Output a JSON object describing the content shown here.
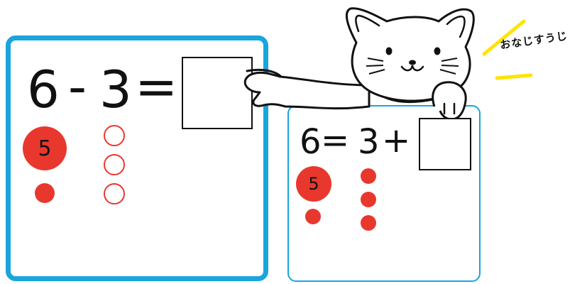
{
  "left_card": {
    "equation": {
      "term1": "6",
      "operator": "-",
      "term2": "3",
      "equals": "="
    },
    "counter_label": "5",
    "filled_dots": 1,
    "empty_circles": 3
  },
  "right_card": {
    "equation": {
      "term1": "6",
      "equals": "=",
      "term2": "3",
      "operator": "+"
    },
    "counter_label": "5",
    "filled_dots_left": 1,
    "filled_dots_right": 3
  },
  "caption": "おなじすうじ",
  "colors": {
    "card_border": "#1aa5dc",
    "counter_red": "#e8382e",
    "accent_yellow": "#ffe400",
    "ink": "#111111"
  }
}
